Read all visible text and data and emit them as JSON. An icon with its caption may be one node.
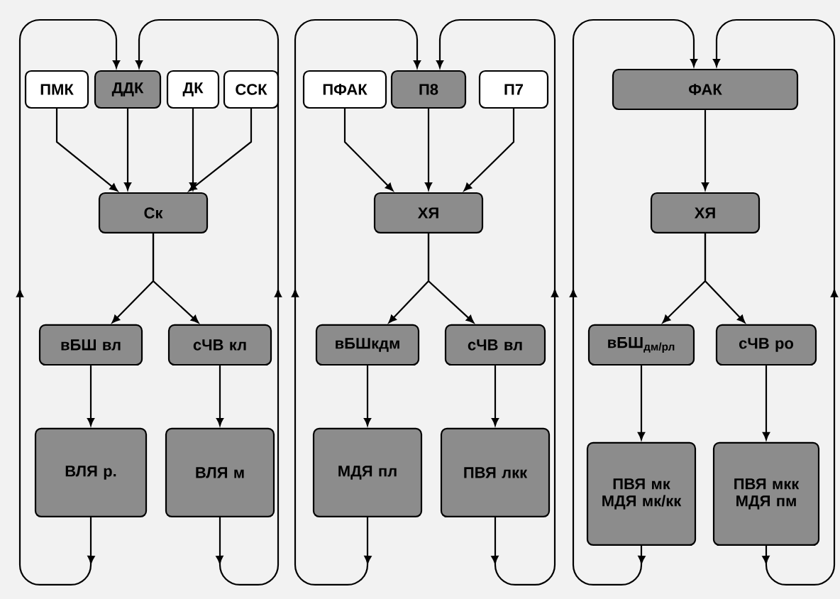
{
  "diagram": {
    "nodes": [
      {
        "text": [
          "ПМК"
        ]
      },
      {
        "text": [
          "ДДК"
        ]
      },
      {
        "text": [
          "ДК"
        ]
      },
      {
        "text": [
          "ССК"
        ]
      },
      {
        "text": [
          "Ск"
        ]
      },
      {
        "text": [
          "вБШ вл"
        ]
      },
      {
        "text": [
          "сЧВ кл"
        ]
      },
      {
        "text": [
          "ВЛЯ р."
        ]
      },
      {
        "text": [
          "ВЛЯ м"
        ]
      },
      {
        "text": [
          "ПФАК"
        ]
      },
      {
        "text": [
          "П8"
        ]
      },
      {
        "text": [
          "П7"
        ]
      },
      {
        "text": [
          "ХЯ"
        ]
      },
      {
        "text": [
          "вБШкдм"
        ]
      },
      {
        "text": [
          "сЧВ вл"
        ]
      },
      {
        "text": [
          "МДЯ пл"
        ]
      },
      {
        "text": [
          "ПВЯ лкк"
        ]
      },
      {
        "text": [
          "ФАК"
        ]
      },
      {
        "text": [
          "ХЯ"
        ]
      },
      {
        "text": [
          "вБШ$_{дм/рл}$"
        ]
      },
      {
        "text": [
          "сЧВ ро"
        ]
      },
      {
        "text": [
          "ПВЯ мк МДЯ мк/кк"
        ]
      },
      {
        "text": [
          "ПВЯ мкк МДЯ пм"
        ]
      }
    ],
    "edges": [
      {
        "from": 0,
        "to": 4,
        "arrow": "to"
      },
      {
        "from": 1,
        "to": 4,
        "arrow": "to"
      },
      {
        "from": 2,
        "to": 4,
        "arrow": "to"
      },
      {
        "from": 3,
        "to": 4,
        "arrow": "to"
      },
      {
        "from": 4,
        "to": 5,
        "arrow": "to"
      },
      {
        "from": 4,
        "to": 6,
        "arrow": "to"
      },
      {
        "from": 5,
        "to": 7,
        "arrow": "to"
      },
      {
        "from": 6,
        "to": 8,
        "arrow": "to"
      },
      {
        "from": 7,
        "to": 1,
        "arrow": "to"
      },
      {
        "from": 8,
        "to": 1,
        "arrow": "to"
      },
      {
        "from": 9,
        "to": 12,
        "arrow": "to"
      },
      {
        "from": 10,
        "to": 12,
        "arrow": "to"
      },
      {
        "from": 11,
        "to": 12,
        "arrow": "to"
      },
      {
        "from": 12,
        "to": 13,
        "arrow": "to"
      },
      {
        "from": 12,
        "to": 14,
        "arrow": "to"
      },
      {
        "from": 13,
        "to": 15,
        "arrow": "to"
      },
      {
        "from": 14,
        "to": 16,
        "arrow": "to"
      },
      {
        "from": 15,
        "to": 10,
        "arrow": "to"
      },
      {
        "from": 16,
        "to": 10,
        "arrow": "to"
      },
      {
        "from": 17,
        "to": 18,
        "arrow": "to"
      },
      {
        "from": 18,
        "to": 19,
        "arrow": "to"
      },
      {
        "from": 18,
        "to": 20,
        "arrow": "to"
      },
      {
        "from": 19,
        "to": 21,
        "arrow": "to"
      },
      {
        "from": 20,
        "to": 22,
        "arrow": "to"
      },
      {
        "from": 21,
        "to": 17,
        "arrow": "to"
      },
      {
        "from": 22,
        "to": 17,
        "arrow": "to"
      }
    ]
  }
}
